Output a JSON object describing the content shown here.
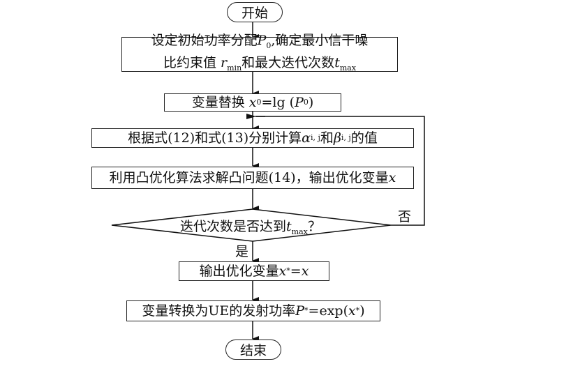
{
  "flowchart": {
    "start": "开始",
    "end": "结束",
    "steps": [
      {
        "id": "init",
        "line1_prefix": "设定初始功率分配",
        "line1_var": "P",
        "line1_var_sub": "0",
        "line1_suffix": ",确定最小信干噪",
        "line2_prefix": "比约束值",
        "line2_var": "r",
        "line2_var_sub": "min",
        "line2_mid": "和最大迭代次数",
        "line2_var2": "t",
        "line2_var2_sub": "max"
      },
      {
        "id": "substitute",
        "prefix": "变量替换 ",
        "var": "x",
        "var_sub": "0",
        "eq": "=lg (",
        "arg": "P",
        "arg_sub": "0",
        "close": ")"
      },
      {
        "id": "compute",
        "prefix": "根据式(12)和式(13)分别计算",
        "alpha": "α",
        "alpha_sub": "i, j",
        "and": "和 ",
        "beta": "β",
        "beta_sub": "i, j",
        "suffix": "的值"
      },
      {
        "id": "solve",
        "prefix": "利用凸优化算法求解凸问题(14)，输出优化变量",
        "var": "x"
      },
      {
        "id": "output",
        "prefix": "输出优化变量",
        "var": "x",
        "sup": "*",
        "eq": "=",
        "var2": "x"
      },
      {
        "id": "convert",
        "prefix": "变量转换为UE的发射功率",
        "var": "P",
        "sup": "*",
        "eq": "=exp(",
        "arg": "x",
        "arg_sup": "*",
        "close": ")"
      }
    ],
    "decision": {
      "prefix": "迭代次数是否达到",
      "var": "t",
      "var_sub": "max",
      "suffix": "？",
      "yes_label": "是",
      "no_label": "否"
    }
  }
}
